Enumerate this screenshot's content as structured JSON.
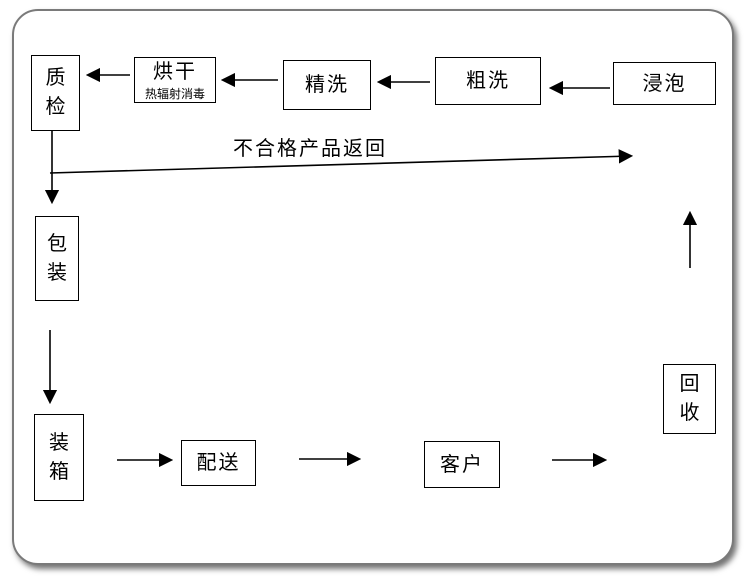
{
  "diagram": {
    "nodes": {
      "soak": {
        "label": "浸泡"
      },
      "rough_wash": {
        "label": "粗洗"
      },
      "fine_wash": {
        "label": "精洗"
      },
      "dry": {
        "label": "烘干",
        "sublabel": "热辐射消毒"
      },
      "qc": {
        "label": "质检"
      },
      "pack": {
        "label": "包装"
      },
      "box_up": {
        "label": "装箱"
      },
      "deliver": {
        "label": "配送"
      },
      "customer": {
        "label": "客户"
      },
      "recycle": {
        "label": "回收"
      }
    },
    "edge_labels": {
      "reject_return": "不合格产品返回"
    }
  }
}
